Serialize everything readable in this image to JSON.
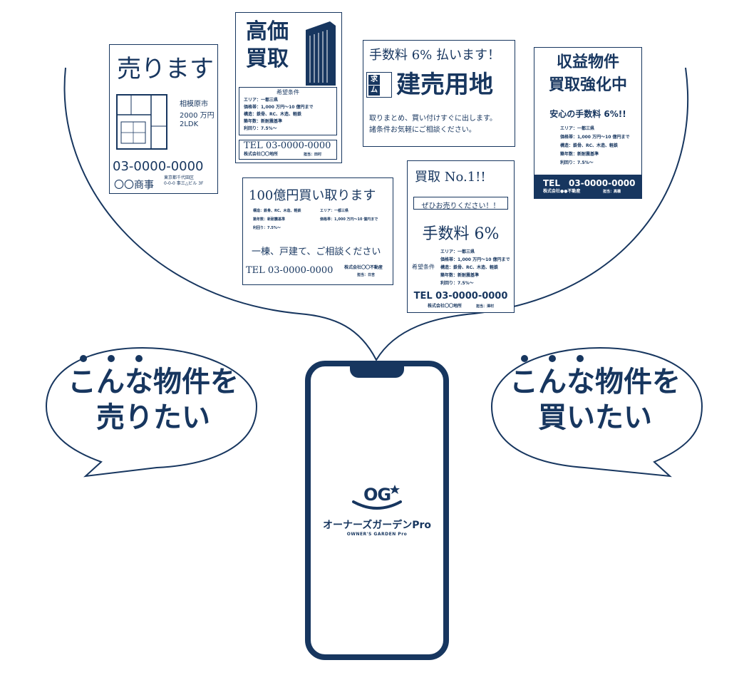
{
  "colors": {
    "navy": "#17365f",
    "white": "#ffffff"
  },
  "bubbles": {
    "sell": {
      "line1": "こんな物件を",
      "line2": "売りたい"
    },
    "buy": {
      "line1": "こんな物件を",
      "line2": "買いたい"
    }
  },
  "app": {
    "logo_mark": "OG",
    "name": "オーナーズガーデンPro",
    "name_en": "OWNER'S GARDEN Pro"
  },
  "flyers": {
    "f1": {
      "title": "売ります",
      "city": "相模原市",
      "price": "2000 万円",
      "layout": "2LDK",
      "phone": "03-0000-0000",
      "company": "〇〇商事",
      "address1": "東京都千代田区",
      "address2": "0-0-0 事三△ビル 3F"
    },
    "f2": {
      "title1": "高価",
      "title2": "買取",
      "section": "希望条件",
      "area": "エリア：一都三県",
      "price_range": "価格帯：1,000 万円～10 億円まで",
      "structure": "構造：鉄骨、RC、木造、軽鉄",
      "age": "築年数：新耐震基準",
      "yield": "利回り：7.5%～",
      "phone": "TEL 03-0000-0000",
      "company": "株式会社〇〇地所",
      "person": "担当：田村"
    },
    "f3": {
      "headline": "手数料 6% 払います！",
      "badge1": "求",
      "badge2": "ム",
      "title": "建売用地",
      "body1": "取りまとめ、買い付けすぐに出します。",
      "body2": "諸条件お気軽にご相談ください。"
    },
    "f4": {
      "title1": "収益物件",
      "title2": "買取強化中",
      "subtitle": "安心の手数料 6%!!",
      "area": "エリア：一都三県",
      "price_range": "価格帯：1,000 万円～10 億円まで",
      "structure": "構造：鉄骨、RC、木造、軽鉄",
      "age": "築年数：新耐震基準",
      "yield": "利回り：7.5%～",
      "phone": "TEL　03-0000-0000",
      "company": "株式会社●●不動産",
      "person": "担当：高橋"
    },
    "f5": {
      "title": "100億円買い取ります",
      "structure": "構造：鉄骨、RC、木造、軽鉄",
      "area": "エリア：一都三県",
      "age": "築年数：新耐震基準",
      "price_range": "価格帯：1,000 万円～10 億円まで",
      "yield": "利回り：7.5%～",
      "message": "一棟、戸建て、ご相談ください",
      "phone": "TEL 03-0000-0000",
      "company": "株式会社〇〇不動産",
      "person": "担当：日吉"
    },
    "f6": {
      "title": "買取 No.1!!",
      "banner": "ぜひお売りください！！",
      "fee": "手数料 6%",
      "label": "希望条件",
      "area": "エリア：一都三県",
      "price_range": "価格帯：1,000 万円～10 億円まで",
      "structure": "構造：鉄骨、RC、木造、軽鉄",
      "age": "築年数：新耐震基準",
      "yield": "利回り：7.5%～",
      "phone": "TEL 03-0000-0000",
      "company": "株式会社〇〇地所",
      "person": "担当：澤村"
    }
  }
}
